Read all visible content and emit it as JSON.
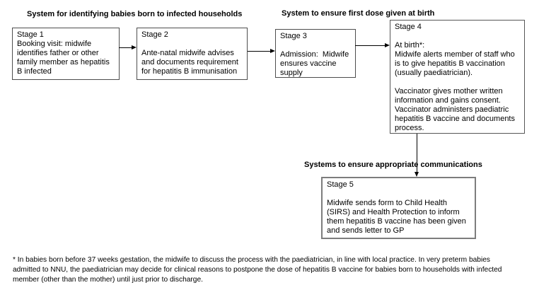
{
  "colors": {
    "background": "#ffffff",
    "box_border": "#4d4d4d",
    "stage5_border": "#7d7d7d",
    "arrow": "#000000",
    "text": "#000000"
  },
  "headings": {
    "identify": "System for identifying babies born to infected households",
    "first_dose": "System to ensure first dose given at birth",
    "communications": "Systems to ensure appropriate communications"
  },
  "stages": [
    {
      "id": "stage-1",
      "text": "Stage 1\nBooking visit: midwife\nidentifies father or other\nfamily member as hepatitis\nB infected"
    },
    {
      "id": "stage-2",
      "text": "Stage 2\n\nAnte-natal midwife advises\nand documents requirement\nfor hepatitis B immunisation"
    },
    {
      "id": "stage-3",
      "text": "Stage 3\n\nAdmission:  Midwife\nensures vaccine\nsupply"
    },
    {
      "id": "stage-4",
      "text": "Stage 4\n\nAt birth*:\nMidwife alerts member of staff who\nis to give hepatitis B vaccination\n(usually paediatrician).\n\nVaccinator gives mother written\ninformation and gains consent.\nVaccinator administers paediatric\nhepatitis B vaccine and documents\nprocess."
    },
    {
      "id": "stage-5",
      "text": "Stage 5\n\nMidwife sends form to Child Health\n(SIRS) and Health Protection to inform\nthem hepatitis B vaccine has been given\nand sends letter to GP"
    }
  ],
  "footnote": {
    "text": "* In babies born before 37 weeks gestation, the midwife to discuss the process with the paediatrician, in line with local practice. In very preterm babies\nadmitted to NNU, the paediatrician may decide for clinical reasons to postpone the dose of hepatitis B vaccine for babies born to households with infected\nmember (other than the mother) until just prior to discharge."
  }
}
